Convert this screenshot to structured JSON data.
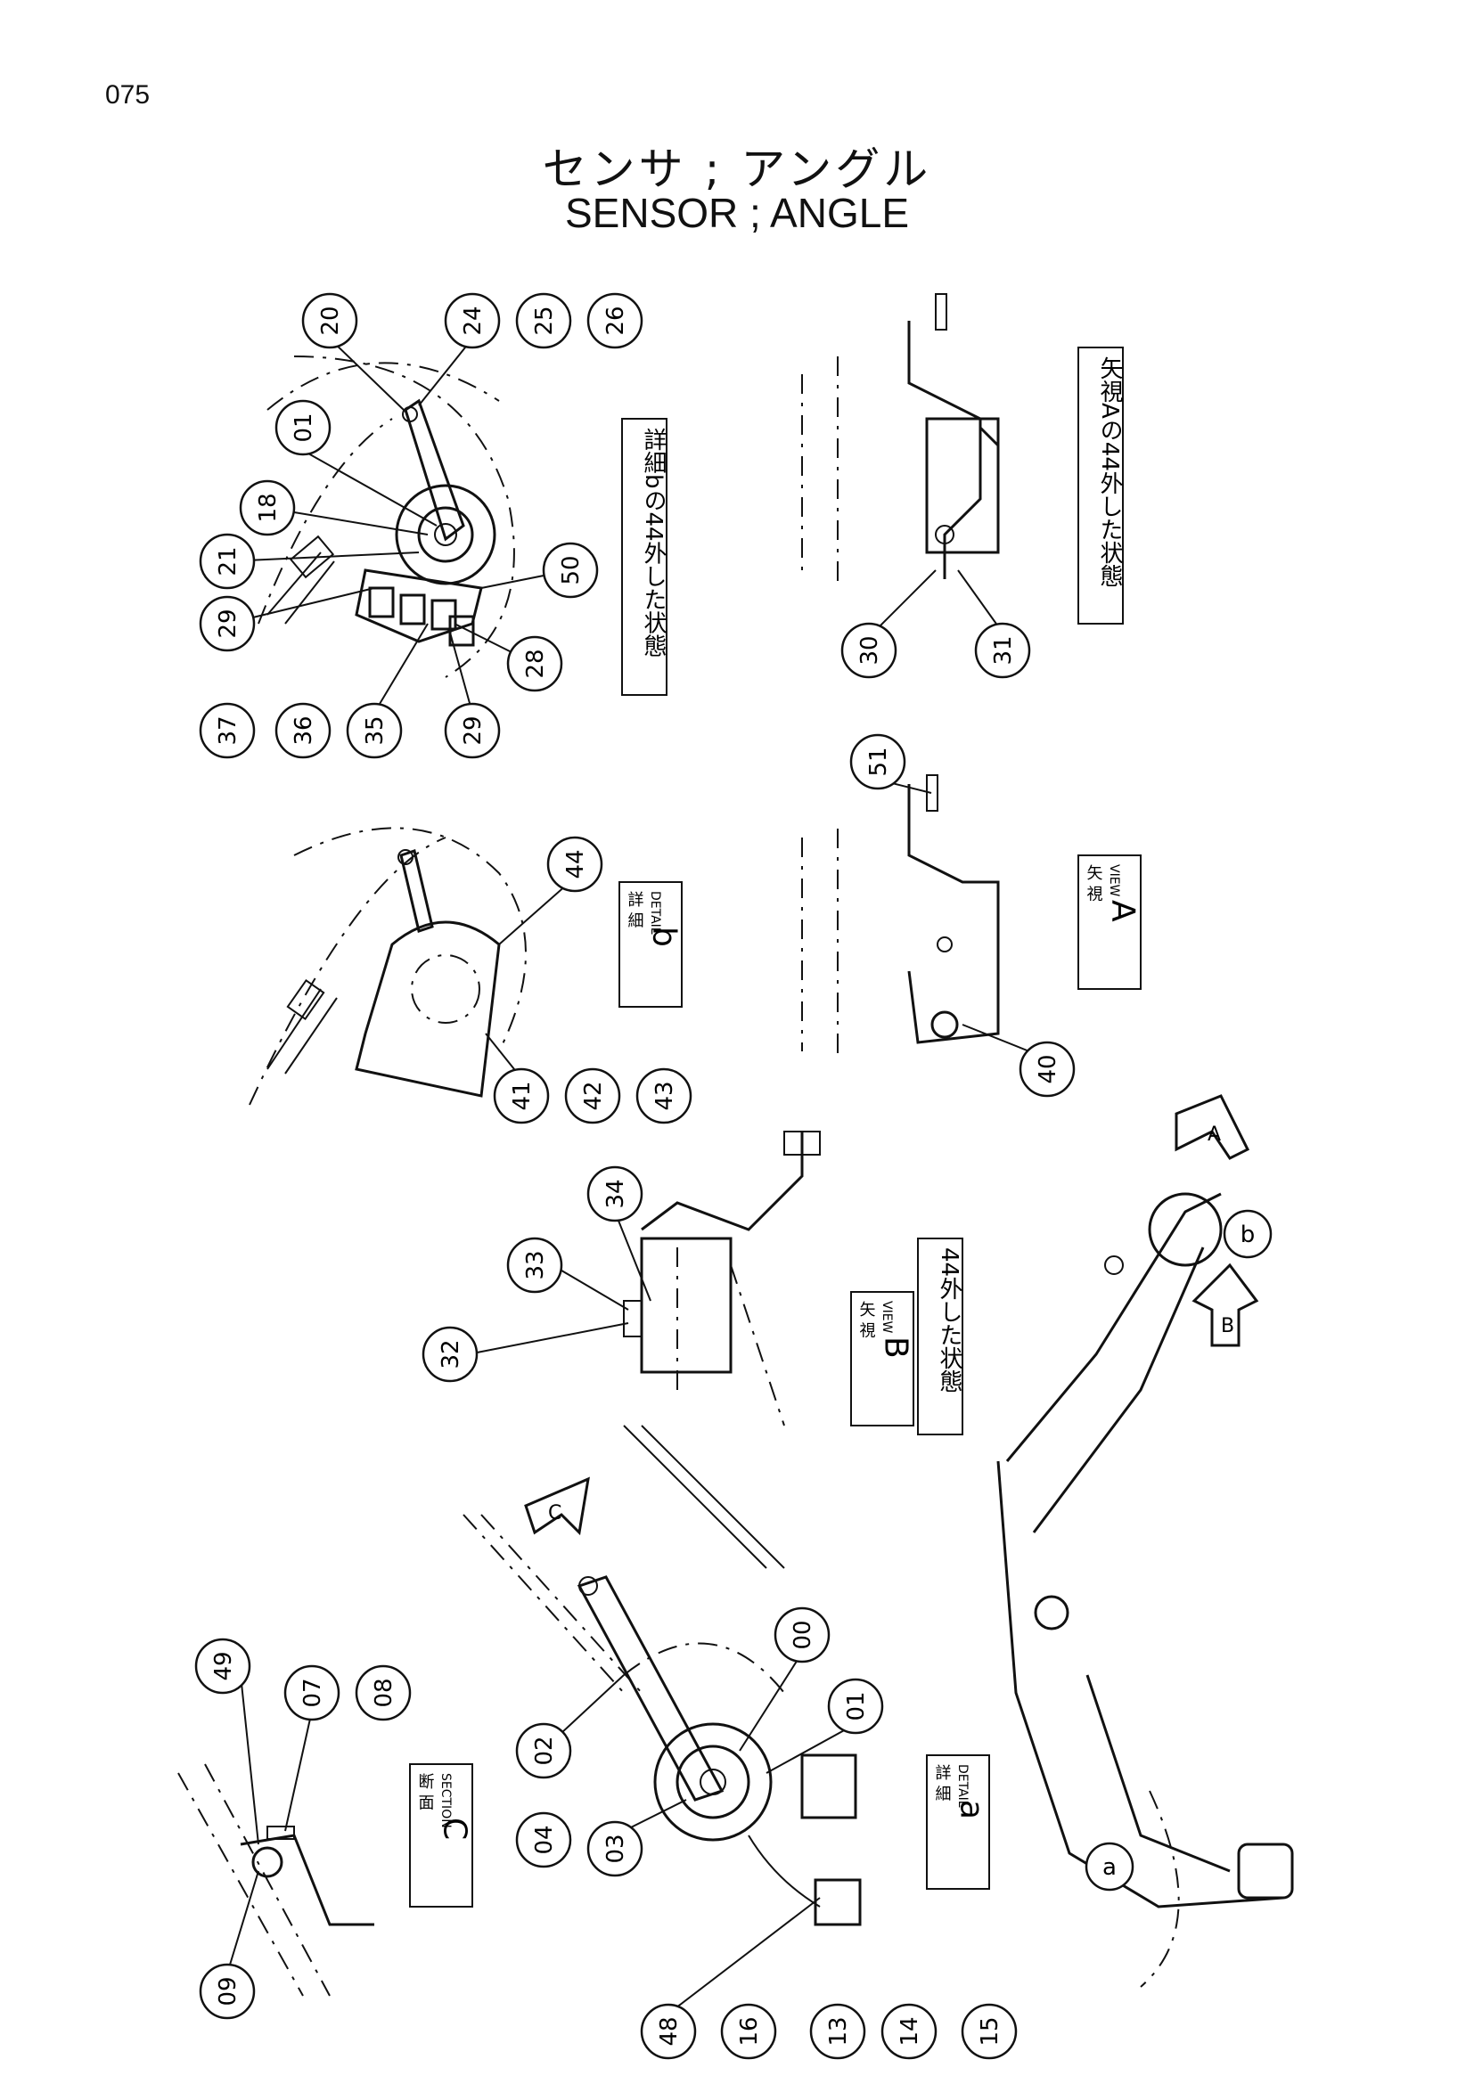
{
  "page_number": "075",
  "title_jp": "センサ ; アングル",
  "title_en": "SENSOR ; ANGLE",
  "callouts": [
    "20",
    "24",
    "25",
    "26",
    "01",
    "18",
    "21",
    "29",
    "50",
    "28",
    "37",
    "36",
    "35",
    "29",
    "44",
    "41",
    "42",
    "43",
    "30",
    "31",
    "51",
    "40",
    "34",
    "33",
    "32",
    "00",
    "01",
    "02",
    "04",
    "03",
    "48",
    "16",
    "13",
    "14",
    "15",
    "49",
    "07",
    "08",
    "09"
  ],
  "labels": {
    "detail_b_removed": "詳細bの44外した状態",
    "view_a_removed": "矢視Aの44外した状態",
    "detail_b_jp": "詳 細",
    "detail_b_en": "DETAIL",
    "detail_b_letter": "b",
    "view_a_jp": "矢 視",
    "view_a_en": "VIEW",
    "view_a_letter": "A",
    "view_b_jp": "矢 視",
    "view_b_en": "VIEW",
    "view_b_letter": "B",
    "view_b_removed": "44外した状態",
    "section_c_jp": "断 面",
    "section_c_en": "SECTION",
    "section_c_letter": "C",
    "detail_a_jp": "詳 細",
    "detail_a_en": "DETAIL",
    "detail_a_letter": "a"
  },
  "markers": [
    "A",
    "B",
    "C",
    "a",
    "b"
  ]
}
